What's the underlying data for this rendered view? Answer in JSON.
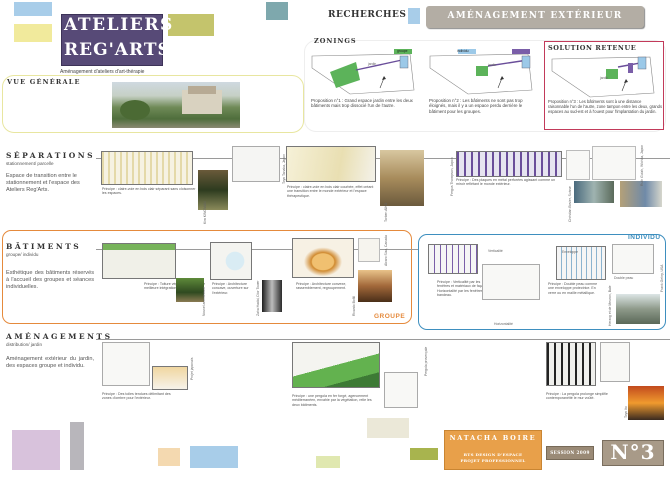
{
  "header": {
    "title_line1": "ATELIERS",
    "title_line2": "REG'ARTS",
    "subtitle": "Aménagement d'ateliers d'art-thérapie",
    "recherches": "RECHERCHES",
    "amenagement_exterieur": "AMÉNAGEMENT EXTÉRIEUR"
  },
  "vue_generale": {
    "title": "VUE GÉNÉRALE"
  },
  "zonings": {
    "title": "ZONINGS",
    "solution_title": "SOLUTION RETENUE",
    "items": [
      {
        "tag": "groupe",
        "jardin": "jardin",
        "caption": "Proposition n°1 : Grand espace jardin entre les deux bâtiments mais trop dissocié l'un de l'autre."
      },
      {
        "tag": "individu",
        "jardin": "jardin",
        "caption": "Proposition n°2 : Les bâtiments ne sont pas trop éloignés, mais il y a un espace perdu derrière le bâtiment pour les groupes."
      },
      {
        "tag": "",
        "jardin": "jardin",
        "caption": "Proposition n°3 : Les bâtiments sont à une distance raisonnable l'un de l'autre, zone tampon entre les deux, grands espaces au sud-est et à l'ouest pour l'implantation du jardin."
      }
    ]
  },
  "separations": {
    "title": "SÉPARATIONS",
    "subtitle": "stationnement/ parcelle",
    "description": "Espace de transition entre le stationnement et l'espace des Ateliers Reg'Arts.",
    "captions": [
      "Principe : claire-voie en bois clair séparant sans cloisonner les espaces.",
      "Principe : claire-voie en bois clair courbée, effet créant une transition entre le monde extérieur et l'espace thérapeutique.",
      "Principe : Des plaques en métal perforées agissant comme un miroir reflétant le monde extérieur."
    ],
    "credits": [
      "Kim KINGMAN",
      "Toyo Tanaka, Japon",
      "Torben AIKO",
      "Fergus Thompson, Japon",
      "Christian Bovier, Suisse",
      "Ruth Gutzh, Wichita, Japon"
    ]
  },
  "batiments": {
    "title": "BÂTIMENTS",
    "subtitle": "groupe/ individu",
    "description": "Esthétique des bâtiments réservés à l'accueil des groupes et séances individuelles.",
    "groupe_label": "GROUPE",
    "individu_label": "INDIVIDU",
    "captions": [
      "Principe : Toiture végétalisée pour une meilleure intégration dans le paysage.",
      "Principe : Architecture concave, ouverture sur l'extérieur.",
      "Principe : Architecture convexe, rassemblement, regroupement.",
      "Principe : Verticalité par les fenêtres et matériaux de façade. Horizontalité par les fenêtres en bandeau.",
      "Principe : Double peau comme une enveloppe protectrice. En verre ou en maille métallique."
    ],
    "labels": [
      "Verticalité",
      "Horizontalité",
      "Enveloppe",
      "Double peau"
    ],
    "credits": [
      "Nouvel architecture",
      "Zaha Hadid, Dior Tower",
      "Ricardo Bofill",
      "Alvaro Siza, Canada",
      "Herzog et de Meuron, Bale",
      "Frank Gehry, USA"
    ]
  },
  "amenagements": {
    "title": "AMÉNAGEMENTS",
    "subtitle": "distribution/ jardin",
    "description": "Aménagement extérieur du jardin, des espaces groupe et individu.",
    "captions": [
      "Principe : Des toiles tendues délimitant des zones d'ombre pour l'extérieur.",
      "Principe : une pergola en fer forgé, agencement méditerranéen, envahie par la végétation, relie les deux bâtiments.",
      "Principe : La pergola prolonge simplifie contemporanéité le mur voûté."
    ],
    "credits": [
      "Projet japonais",
      "Toyo Ito",
      "Pergola provençale"
    ]
  },
  "footer": {
    "author": "NATACHA BOIRE",
    "course_line1": "BTS DESIGN D'ESPACE",
    "course_line2": "PROJET PROFESSIONNEL",
    "session": "SESSION 2009",
    "number": "N°3"
  },
  "colors": {
    "title_bg": "#5a4a78",
    "amenagement_bg": "#b3aca2",
    "blue": "#9cc9e8",
    "yellow": "#efe58e",
    "olive": "#b8bc62",
    "teal": "#7ba3a8",
    "orange": "#e8a04a",
    "groupe": "#e58a3c",
    "individu": "#3e8fbf",
    "purple": "#7a5ea8",
    "green": "#5cb35a"
  }
}
